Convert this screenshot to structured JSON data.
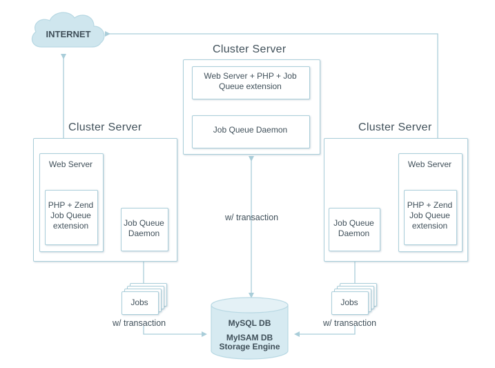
{
  "internet": {
    "label": "INTERNET"
  },
  "left_server": {
    "title": "Cluster Server",
    "web_server": "Web Server",
    "php_module": "PHP + Zend Job Queue extension",
    "daemon": "Job Queue Daemon",
    "jobs": "Jobs",
    "transaction": "w/ transaction"
  },
  "center_server": {
    "title": "Cluster Server",
    "web_php": "Web Server + PHP + Job Queue extension",
    "daemon": "Job Queue Daemon",
    "transaction": "w/ transaction"
  },
  "right_server": {
    "title": "Cluster Server",
    "web_server": "Web Server",
    "php_module": "PHP + Zend Job Queue extension",
    "daemon": "Job Queue Daemon",
    "jobs": "Jobs",
    "transaction": "w/ transaction"
  },
  "database": {
    "line1": "MySQL DB",
    "line2": "MyISAM DB",
    "line3": "Storage Engine"
  },
  "colors": {
    "stroke": "#a9cdd9",
    "cloud_fill": "#cfe6ee",
    "db_fill": "#d6eaf1",
    "text": "#3f4f59"
  }
}
